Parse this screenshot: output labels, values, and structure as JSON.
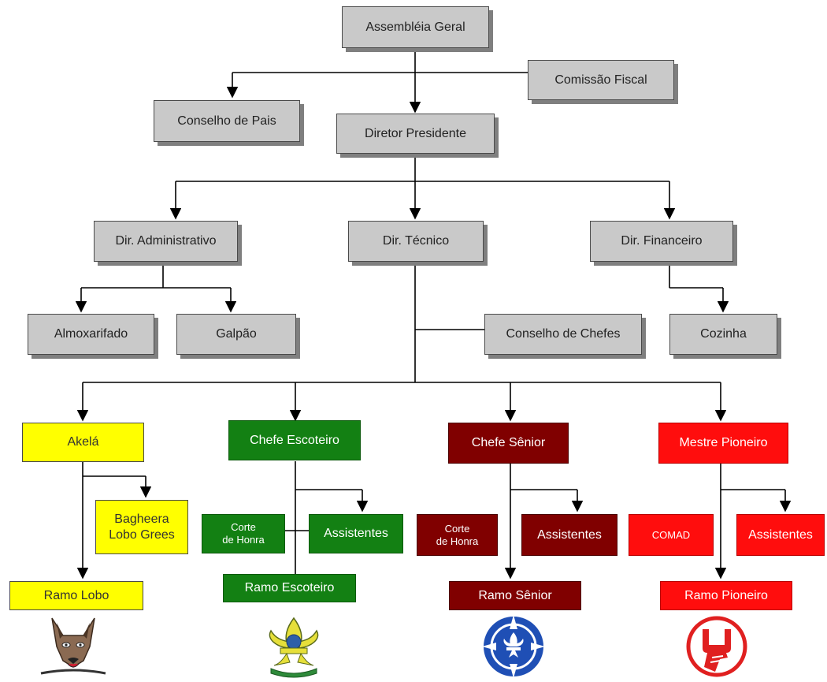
{
  "nodes": {
    "assembleia": "Assembléia Geral",
    "comissao": "Comissão Fiscal",
    "conselho_pais": "Conselho de Pais",
    "diretor": "Diretor Presidente",
    "dir_adm": "Dir. Administrativo",
    "dir_tec": "Dir. Técnico",
    "dir_fin": "Dir. Financeiro",
    "almoxarifado": "Almoxarifado",
    "galpao": "Galpão",
    "conselho_chefes": "Conselho de Chefes",
    "cozinha": "Cozinha",
    "akela": "Akelá",
    "bagheera_1": "Bagheera",
    "bagheera_2": "Lobo Grees",
    "ramo_lobo": "Ramo Lobo",
    "chefe_escoteiro": "Chefe Escoteiro",
    "corte_esc_1": "Corte",
    "corte_esc_2": "de Honra",
    "assist_esc": "Assistentes",
    "ramo_escoteiro": "Ramo Escoteiro",
    "chefe_senior": "Chefe Sênior",
    "corte_sen_1": "Corte",
    "corte_sen_2": "de Honra",
    "assist_sen": "Assistentes",
    "ramo_senior": "Ramo Sênior",
    "mestre_pioneiro": "Mestre Pioneiro",
    "comad": "COMAD",
    "assist_pio": "Assistentes",
    "ramo_pioneiro": "Ramo Pioneiro"
  },
  "colors": {
    "gray": "#c9c9c9",
    "lobo": "#ffff00",
    "escoteiro": "#138013",
    "senior": "#800000",
    "pioneiro": "#ff0d0d"
  },
  "emblems": [
    "wolf-emblem",
    "scout-fleur-de-lis-emblem",
    "senior-compass-emblem",
    "pioneer-hand-emblem"
  ]
}
